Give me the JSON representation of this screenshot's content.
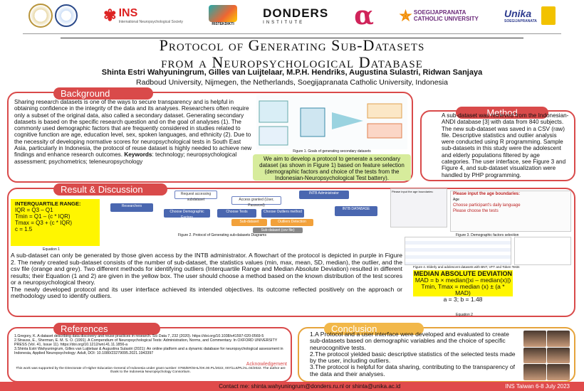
{
  "logos": {
    "ins": "INS",
    "ins_sub": "International Neuropsychological Society",
    "ristek": "RISTEKDIKTI",
    "donders": "DONDERS",
    "donders_sub": "INSTITUTE",
    "soeg1": "SOEGIJAPRANATA",
    "soeg2": "CATHOLIC UNIVERSITY",
    "unika": "Unika",
    "unika_sub": "SOEGIJAPRANATA"
  },
  "title_line1": "Protocol of Generating Sub-Datasets",
  "title_line2": "from a Neuropsychological Database",
  "authors": "Shinta Estri Wahyuningrum, Gilles van Luijtelaar, M.P.H. Hendriks, Augustina Sulastri, Ridwan Sanjaya",
  "affiliation": "Radboud University, Nijmegen, the Netherlands, Soegijapranata Catholic University, Indonesia",
  "background": {
    "header": "Background",
    "text": "Sharing research datasets is one of the ways to secure transparency and is helpful in obtaining confidence in the integrity of the data and its analyses. Researchers often require only a subset of the original data, also called a secondary dataset. Generating secondary datasets is based on the specific research question and on the goal of analyses (1). The commonly used demographic factors that are frequently considered in studies related to cognitive function are age, education level, sex, spoken languages, and ethnicity (2). Due to the necessity of developing normative scores for neuropsychological tests in South East Asia, particularly in Indonesia, the protocol of reuse dataset is highly needed to achieve new findings and enhance research outcomes.",
    "keywords_label": "Keywords",
    "keywords": ": technology; neuropsychological assessment; psychometrics; teleneuropsychology",
    "fig1_caption": "Figure 1. Goals of generating secondary datasets",
    "aim": "We aim to develop a protocol to generate a secondary dataset (as shown in Figure 1) based on feature selection (demographic factors and choice of the tests from the Indonesian-Neuropsychological Test battery)."
  },
  "method": {
    "header": "Method",
    "text": "A sub-dataset was retrieved from the Indonesian-ANDI database [3] with data from 840 subjects. The new sub-dataset was saved in a CSV (raw) file. Descriptive statistics and outlier analysis were conducted using R programming. Sample sub-datasets in this study were the adolescent and elderly populations filtered by age categories. The user interface, see Figure 3 and Figure 4, and sub-dataset visualization were handled by PHP programming."
  },
  "results": {
    "header": "Result & Discussion",
    "iqr_title": "INTERQUARTILE RANGE:",
    "iqr_lines": [
      "IQR = Q3 – Q1",
      "Tmin = Q1 – (c * IQR)",
      "Tmax = Q3 + (c * IQR)",
      "c = 1.5"
    ],
    "eq1": "Equation 1",
    "flow_labels": [
      "Researchers",
      "Request accessing subdataset",
      "Access granted (User, Password)",
      "INTB Administrator",
      "Choose Demographic Factors",
      "Choose Tests",
      "Choose Outliers method",
      "INTB DATABASE",
      "Sub-dataset",
      "Outliers Detection",
      "Sub-dataset (csv file)"
    ],
    "fig2_caption": "Figure 2. Protocol of Generating sub-datasets Diagrams",
    "fig3_caption": "Figure 3. Demographic factors selection",
    "fig4_caption": "Figure 4. Elderly and adolescent datasets with BNT, VFT and Token Tests",
    "ui_title": "Please input the age boundaries:",
    "ui_age": "Age",
    "ui_lang": "Choose participant's daily language",
    "ui_tests": "Please choose the tests",
    "text": "A sub-dataset can only be generated by those given access by the INTB administrator. A flowchart of the protocol is depicted in purple in Figure 2. The newly created sub-dataset consists of the number of sub-dataset, the statistics values (min, max, mean, SD, median), the outlier, and the csv file (orange and grey). Two different methods for identifying outliers (Interquartile Range and Median Absolute Deviation) resulted in different results; their Equation (1 and 2) are given in the yellow box. The user should choose a method based on the known distribution of the test scores or a neuropsychological theory.\nThe newly developed protocol and its user interface achieved its intended objectives. Its outcome reflected positively on the approach or methodology used to identify outliers.",
    "mad_title": "MEDIAN ABSOLUTE DEVIATION",
    "mad_lines": [
      "MAD = b × median(|xi – median(x)|)",
      "Tmin, Tmax = median (x) ± (a * MAD)",
      "a = 3; b = 1.48"
    ],
    "eq2": "Equation 2"
  },
  "references": {
    "header": "References",
    "items": [
      "1.Gregory, K. A dataset describing data discovery and reuse practices in research. Sci Data 7, 232 (2020). https://doi.org/10.1038/s41597-020-0569-5",
      "2.Strauss, E., Sherman, E. M. S. O. (1991). A Compendium of Neuropsychological Tests: Administration, Norms, and Commentary. In OXFORD UNIVERSITY PRESS (Vol. 41, Issue 11). https://doi.org/10.1212/wnl.41.11.1856-a",
      "3.Shinta Estri Wahyuningrum, Gilles van Luijtelaar & Augustina Sulastri (2021): An online platform and a dynamic database for neuropsychological assessment in Indonesia, Applied Neuropsychology: Adult, DOI: 10.1080/23279095.2021.1943397"
    ],
    "ack_header": "Acknowledgement",
    "ack": "This work was supported by the Directorate of Higher Education General of Indonesia under grant number: 0765/ER/SHL/OK.00.PL/2022, 007/LL6/PL/AL.04/2022. The author are thank to the Indonesia Neuropsychology Consortium."
  },
  "conclusion": {
    "header": "Conclusion",
    "items": [
      "1.A Protocol and a user interface were developed and evaluated to create sub-datasets based on demographic variables and the choice of specific neurocognitive tests.",
      "2.The protocol yielded basic descriptive statistics of the selected tests made by the user, including outliers.",
      "3.The protocol is helpful for data sharing, contributing to the transparency of the data and their analyses."
    ]
  },
  "contact": "Contact me: shinta.wahyuningrum@donders.ru.nl  or  shinta@unika.ac.id",
  "footer": "INS Taiwan 6-8 July 2023"
}
